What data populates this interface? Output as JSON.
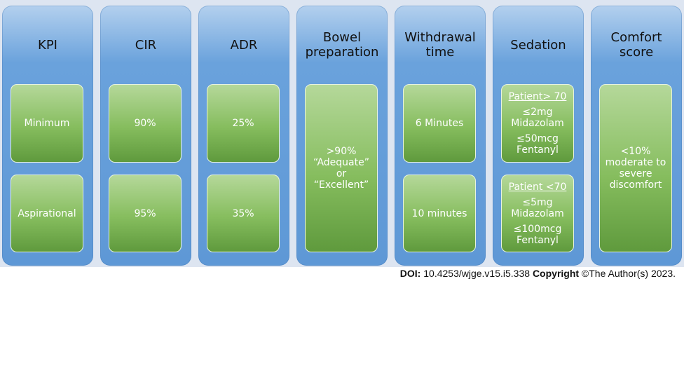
{
  "columns": [
    {
      "title": "KPI",
      "top": "Minimum",
      "bottom": "Aspirational"
    },
    {
      "title": "CIR",
      "top": "90%",
      "bottom": "95%"
    },
    {
      "title": "ADR",
      "top": "25%",
      "bottom": "35%"
    },
    {
      "title": "Bowel preparation",
      "full": [
        ">90%",
        "“Adequate” or",
        "“Excellent”"
      ]
    },
    {
      "title": "Withdrawal time",
      "top": "6 Minutes",
      "bottom": "10 minutes"
    },
    {
      "title": "Sedation",
      "top_header": "Patient> 70",
      "top_lines": [
        "≤2mg",
        "Midazolam"
      ],
      "top_lines2": [
        "≤50mcg",
        "Fentanyl"
      ],
      "bottom_header": "Patient <70",
      "bottom_lines": [
        "≤5mg",
        "Midazolam"
      ],
      "bottom_lines2": [
        "≤100mcg",
        "Fentanyl"
      ]
    },
    {
      "title": "Comfort score",
      "full": [
        "<10%",
        "moderate to",
        "severe",
        "discomfort"
      ]
    }
  ],
  "footer": {
    "doi_label": "DOI:",
    "doi_value": " 10.4253/wjge.v15.i5.338 ",
    "copyright_label": "Copyright",
    "copyright_value": " ©The Author(s) 2023."
  }
}
